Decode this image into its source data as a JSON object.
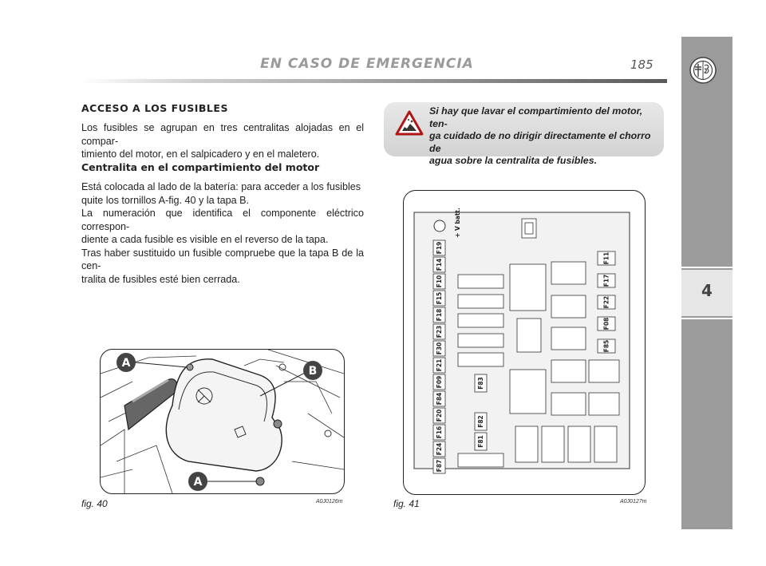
{
  "header": {
    "section_title": "EN CASO DE EMERGENCIA",
    "page_number": "185"
  },
  "sidebar": {
    "chapter_number": "4"
  },
  "content": {
    "heading_1": "ACCESO A LOS FUSIBLES",
    "paragraph_1": "Los fusibles se agrupan en tres centralitas alojadas en el compar-\ntimiento del motor, en el salpicadero y en el maletero.",
    "heading_2": "Centralita en el compartimiento del motor",
    "paragraph_2": "Está colocada al lado de la batería: para acceder a los fusibles\nquite los tornillos A-fig. 40 y la tapa B.\nLa numeración que identifica el componente eléctrico correspon-\ndiente a cada fusible es visible en el reverso de la tapa.\nTras haber sustituido un fusible compruebe que la tapa B de la cen-\ntralita de fusibles esté bien cerrada."
  },
  "warning": {
    "icon": "warning-triangle-icon",
    "text": "Si hay que lavar el compartimiento del motor, ten-\nga cuidado de no dirigir directamente el chorro de\nagua sobre la centralita de fusibles."
  },
  "figure_40": {
    "caption": "fig. 40",
    "code": "A0J0126m",
    "labels": {
      "a_top": "A",
      "b": "B",
      "a_bottom": "A"
    }
  },
  "figure_41": {
    "caption": "fig. 41",
    "code": "A0J0127m",
    "battery_label": "+ V batt.",
    "left_column_fuses": [
      "F19",
      "F14",
      "F10",
      "F15",
      "F18",
      "F23",
      "F30",
      "F21",
      "F09",
      "F84",
      "F20",
      "F16",
      "F24",
      "F87"
    ],
    "middle_fuses": [
      "F83",
      "F82",
      "F81"
    ],
    "right_fuses": [
      "F11",
      "F17",
      "F22",
      "F08",
      "F85"
    ]
  },
  "colors": {
    "sidebar": "#9b9b9b",
    "sidebar_tab": "#e6e6e6",
    "header_title": "#9a9a9a",
    "warning_box": "#dcdcdc"
  }
}
